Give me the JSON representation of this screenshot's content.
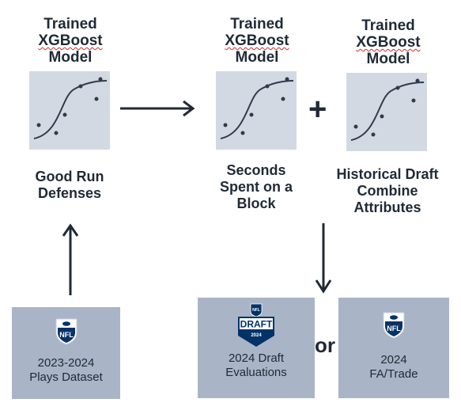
{
  "models": [
    {
      "title": [
        "Trained",
        "XGBoost",
        "Model"
      ]
    },
    {
      "title": [
        "Trained",
        "XGBoost",
        "Model"
      ]
    },
    {
      "title": [
        "Trained",
        "XGBoost",
        "Model"
      ]
    }
  ],
  "features": [
    {
      "lines": [
        "Good Run",
        "Defenses"
      ]
    },
    {
      "lines": [
        "Seconds",
        "Spent on a",
        "Block"
      ]
    },
    {
      "lines": [
        "Historical Draft",
        "Combine",
        "Attributes"
      ]
    }
  ],
  "operators": {
    "plus": "+",
    "or": "or"
  },
  "boxes": {
    "dataset": {
      "lines": [
        "2023-2024",
        "Plays Dataset"
      ],
      "logo": "NFL"
    },
    "draft": {
      "lines": [
        "2024 Draft",
        "Evaluations"
      ],
      "logo_top": "NFL",
      "logo_main": "DRAFT",
      "logo_year": "2024"
    },
    "fa": {
      "lines": [
        "2024",
        "FA/Trade"
      ],
      "logo": "NFL"
    }
  },
  "icons": [
    "sigmoid-plot-icon",
    "right-arrow-icon",
    "up-arrow-icon",
    "down-arrow-icon",
    "nfl-shield-icon",
    "nfl-draft-logo-icon"
  ],
  "colors": {
    "text": "#1f2a36",
    "plot_bg": "#d3d9e3",
    "box_bg": "#a9b4c6",
    "nfl_blue": "#013369",
    "nfl_red": "#d50a0a"
  }
}
